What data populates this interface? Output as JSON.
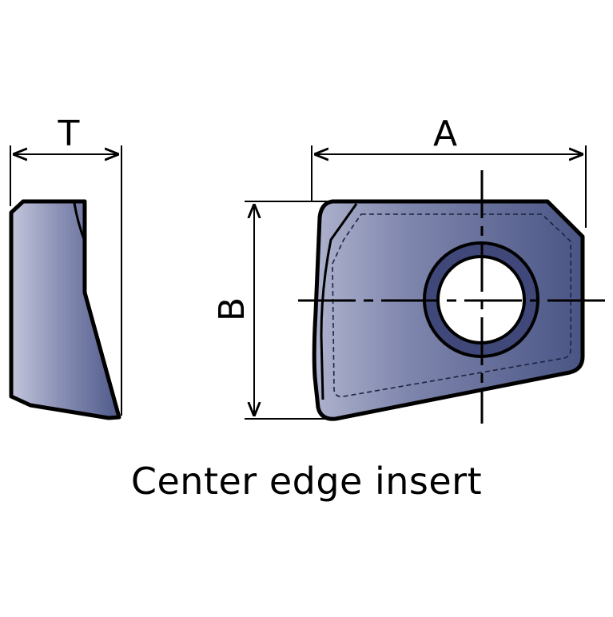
{
  "diagram": {
    "caption": "Center edge insert",
    "side_view": {
      "dimension_label": "T"
    },
    "top_view": {
      "width_label": "A",
      "height_label": "B"
    },
    "colors": {
      "insert_dark": "#4a5585",
      "insert_light": "#b9bdd6",
      "outline": "#000000",
      "hole": "#ffffff"
    }
  }
}
